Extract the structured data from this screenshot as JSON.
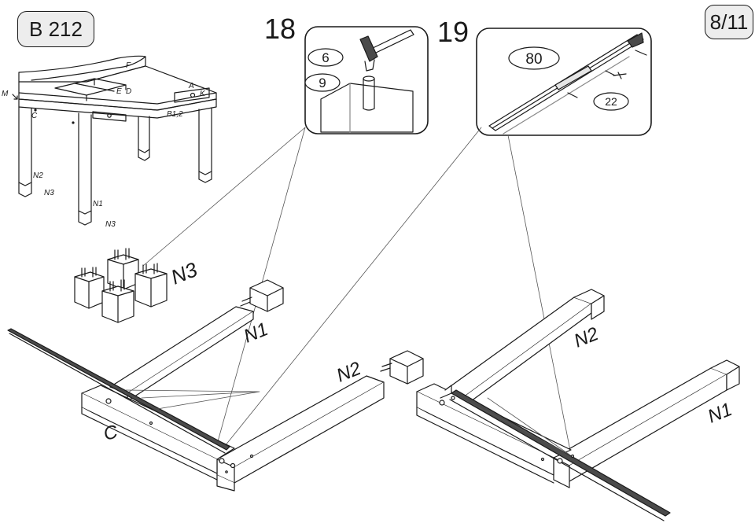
{
  "header": {
    "model": "B 212",
    "page": "8/11"
  },
  "steps": [
    {
      "number": "18",
      "callouts": [
        "6",
        "9"
      ],
      "tools": [
        "hammer-icon"
      ]
    },
    {
      "number": "19",
      "callouts": [
        "80",
        "22"
      ],
      "tools": [
        "screwdriver-icon"
      ]
    }
  ],
  "desk_labels": {
    "F": "F",
    "A": "A",
    "M": "M",
    "E": "E",
    "D": "D",
    "K": "K",
    "C": "C",
    "B": "B1,2",
    "N2": "N2",
    "N3a": "N3",
    "N1": "N1",
    "N3b": "N3"
  },
  "parts": {
    "N3": "N3",
    "N1_left": "N1",
    "N2_left": "N2",
    "C": "C",
    "N2_right": "N2",
    "N1_right": "N1"
  },
  "colors": {
    "line": "#1a1a1a",
    "tag_fill": "#ededed",
    "block_fill": "#ffffff",
    "shade": "#d9d9d9"
  }
}
